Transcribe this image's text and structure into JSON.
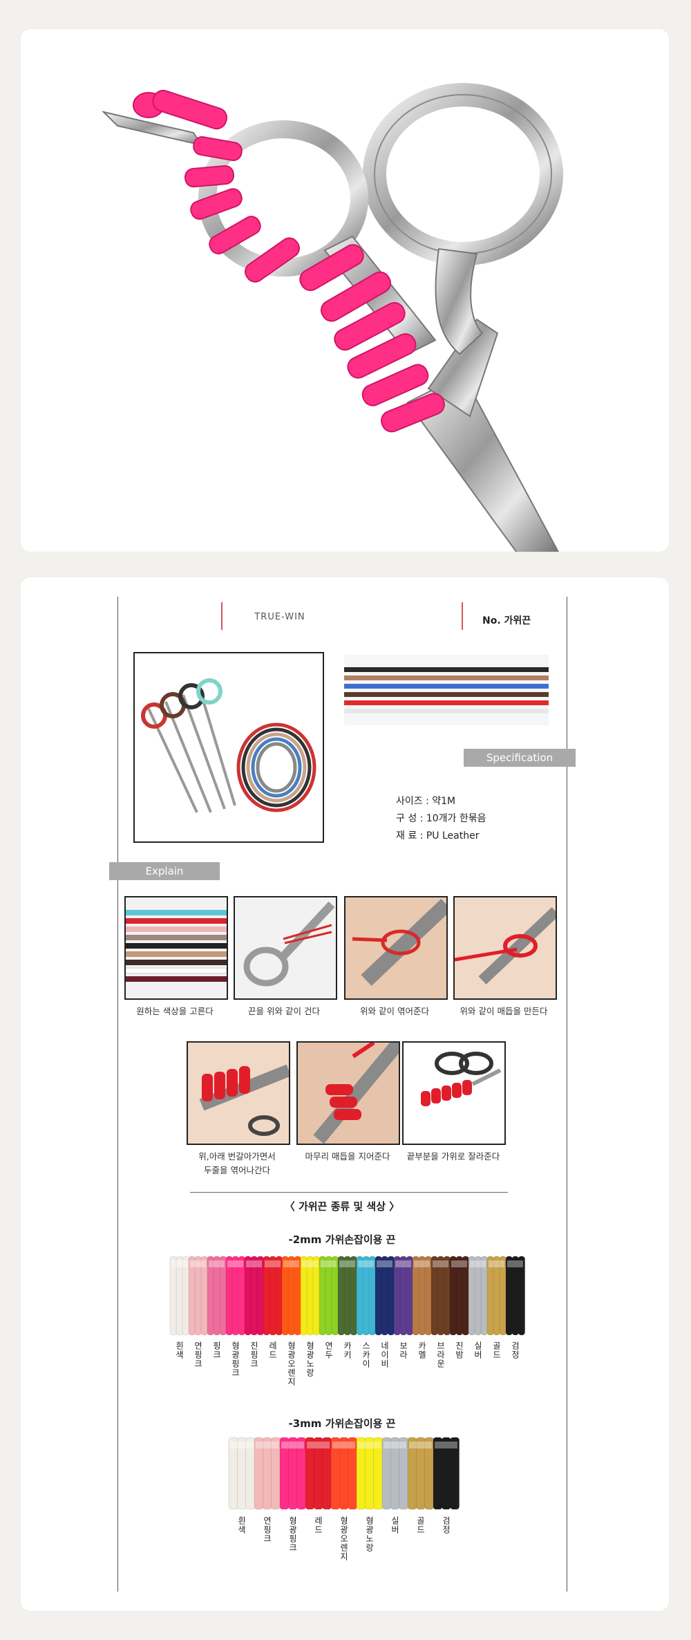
{
  "header": {
    "brand": "TRUE-WIN",
    "product_no": "No. 가위끈"
  },
  "spec": {
    "badge": "Specification",
    "size": "사이즈 : 약1M",
    "composition": "구  성 : 10개가 한묶음",
    "material": "재  료 : PU Leather"
  },
  "explain": {
    "badge": "Explain"
  },
  "steps": [
    {
      "caption": "원하는 색상을 고른다"
    },
    {
      "caption": "끈을 위와 같이 건다"
    },
    {
      "caption": "위와 같이 엮어준다"
    },
    {
      "caption": "위와 같이 매듭을 만든다"
    },
    {
      "caption": "위,아래 번갈아가면서",
      "caption2": "두줄을 엮어나간다"
    },
    {
      "caption": "마무리 매듭을 지어준다"
    },
    {
      "caption": "끝부분을 가위로 잘라준다"
    }
  ],
  "types": {
    "heading": "〈 가위끈 종류 및 색상 〉",
    "mm2": {
      "title": "-2mm 가위손잡이용 끈",
      "colors": [
        {
          "name": "흰색",
          "hex": "#f1ede6"
        },
        {
          "name": "연핑크",
          "hex": "#f2b7ba"
        },
        {
          "name": "핑크",
          "hex": "#ee6e9c"
        },
        {
          "name": "형광핑크",
          "hex": "#ff2f86"
        },
        {
          "name": "진핑크",
          "hex": "#e0115f"
        },
        {
          "name": "레드",
          "hex": "#e8202a"
        },
        {
          "name": "형광오렌지",
          "hex": "#ff5a14"
        },
        {
          "name": "형광노랑",
          "hex": "#f4ea18"
        },
        {
          "name": "연두",
          "hex": "#8fd124"
        },
        {
          "name": "카키",
          "hex": "#4b6b33"
        },
        {
          "name": "스카이",
          "hex": "#3fb7d4"
        },
        {
          "name": "네이비",
          "hex": "#1e2e6e"
        },
        {
          "name": "보라",
          "hex": "#5d3d8d"
        },
        {
          "name": "카멜",
          "hex": "#b87b45"
        },
        {
          "name": "브라운",
          "hex": "#6b3f22"
        },
        {
          "name": "진밤",
          "hex": "#4a2319"
        },
        {
          "name": "실버",
          "hex": "#b9bcbf"
        },
        {
          "name": "골드",
          "hex": "#c9a24a"
        },
        {
          "name": "검정",
          "hex": "#1c1c1c"
        }
      ]
    },
    "mm3": {
      "title": "-3mm 가위손잡이용 끈",
      "colors": [
        {
          "name": "흰색",
          "hex": "#f1ede6"
        },
        {
          "name": "연핑크",
          "hex": "#f3b9b9"
        },
        {
          "name": "형광핑크",
          "hex": "#ff2f86"
        },
        {
          "name": "레드",
          "hex": "#e41f2e"
        },
        {
          "name": "형광오렌지",
          "hex": "#ff4a2a"
        },
        {
          "name": "형광노랑",
          "hex": "#f6ee1a"
        },
        {
          "name": "실버",
          "hex": "#b7bcc2"
        },
        {
          "name": "골드",
          "hex": "#c6a04a"
        },
        {
          "name": "검정",
          "hex": "#1c1c1c"
        }
      ]
    }
  },
  "colors": {
    "accent_red": "#d45555",
    "badge_gray": "#a9a9a9"
  }
}
